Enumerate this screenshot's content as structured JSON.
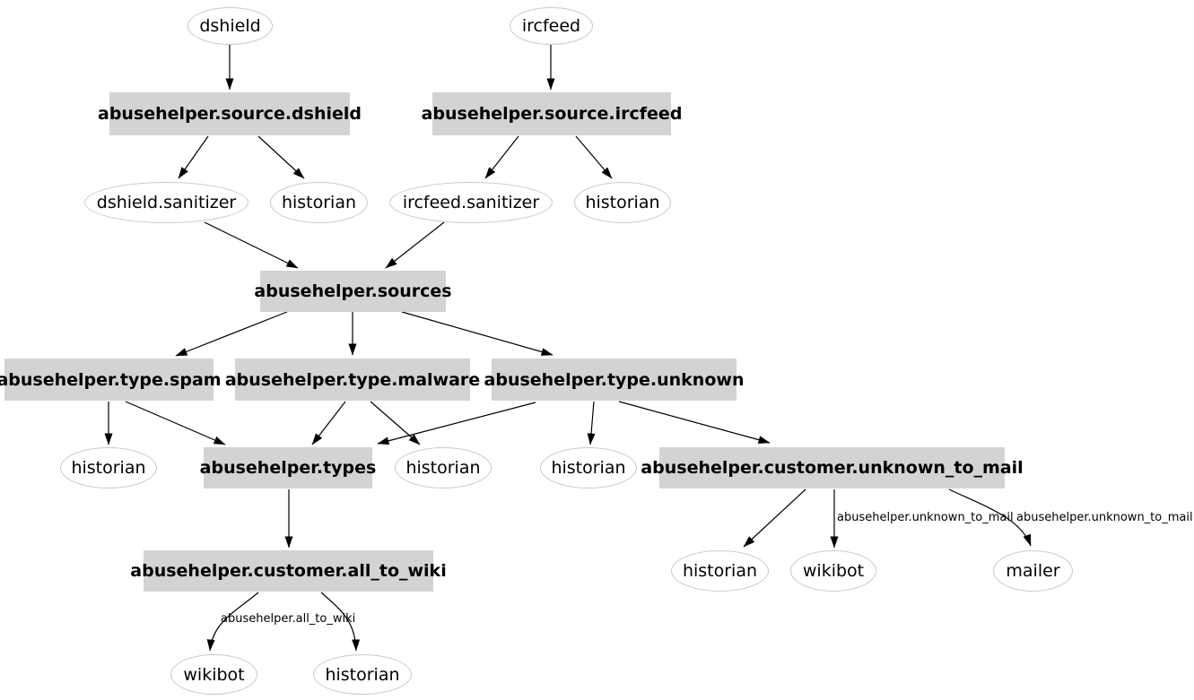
{
  "diagram": {
    "colors": {
      "node_box_fill": "#d3d3d3",
      "ellipse_fill": "#ffffff",
      "ellipse_border": "#c8c8c8",
      "edge": "#000000",
      "background": "#ffffff"
    },
    "nodes": {
      "dshield": {
        "label": "dshield"
      },
      "ircfeed": {
        "label": "ircfeed"
      },
      "source_dshield": {
        "label": "abusehelper.source.dshield"
      },
      "source_ircfeed": {
        "label": "abusehelper.source.ircfeed"
      },
      "dshield_sanitizer": {
        "label": "dshield.sanitizer"
      },
      "historian_1": {
        "label": "historian"
      },
      "ircfeed_sanitizer": {
        "label": "ircfeed.sanitizer"
      },
      "historian_2": {
        "label": "historian"
      },
      "sources": {
        "label": "abusehelper.sources"
      },
      "type_spam": {
        "label": "abusehelper.type.spam"
      },
      "type_malware": {
        "label": "abusehelper.type.malware"
      },
      "type_unknown": {
        "label": "abusehelper.type.unknown"
      },
      "historian_3": {
        "label": "historian"
      },
      "types": {
        "label": "abusehelper.types"
      },
      "historian_4": {
        "label": "historian"
      },
      "historian_5": {
        "label": "historian"
      },
      "customer_unknown_to_mail": {
        "label": "abusehelper.customer.unknown_to_mail"
      },
      "customer_all_to_wiki": {
        "label": "abusehelper.customer.all_to_wiki"
      },
      "historian_6": {
        "label": "historian"
      },
      "wikibot_1": {
        "label": "wikibot"
      },
      "mailer": {
        "label": "mailer"
      },
      "wikibot_2": {
        "label": "wikibot"
      },
      "historian_7": {
        "label": "historian"
      }
    },
    "edge_labels": {
      "unknown_to_mail_1": "abusehelper.unknown_to_mail",
      "unknown_to_mail_2": "abusehelper.unknown_to_mail",
      "all_to_wiki": "abusehelper.all_to_wiki"
    }
  }
}
